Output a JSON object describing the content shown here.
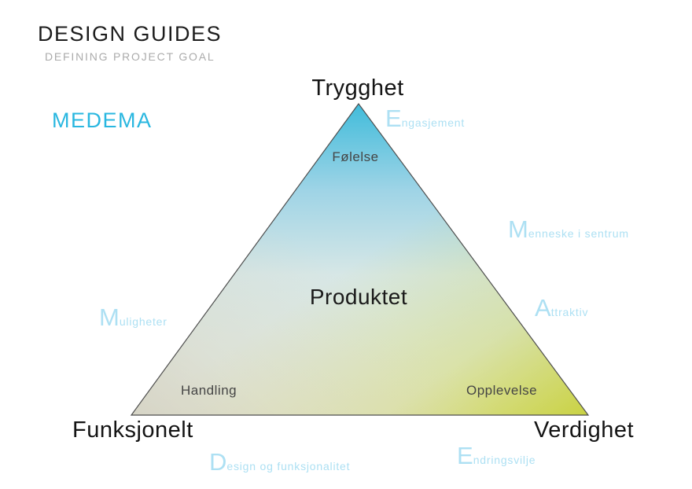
{
  "header": {
    "title": "DESIGN GUIDES",
    "subtitle": "DEFINING PROJECT GOAL"
  },
  "brand": {
    "name": "MEDEMA",
    "color": "#29b7e0"
  },
  "triangle": {
    "vertex_labels": {
      "top": "Trygghet",
      "bottom_left": "Funksjonelt",
      "bottom_right": "Verdighet"
    },
    "center_label": "Produktet",
    "inner_labels": {
      "top": "Følelse",
      "bottom_left": "Handling",
      "bottom_right": "Opplevelse"
    },
    "colors": {
      "top_cyan": "#41bcdb",
      "mid_blue": "#9fd4e6",
      "center_pale": "#d7e7e6",
      "bottom_cream": "#e9ecdd",
      "bottom_left_gray": "#d5d3c5",
      "bottom_right_yellow": "#c9d243",
      "outline": "#4d4d4d"
    }
  },
  "keywords": [
    {
      "initial": "E",
      "rest": "ngasjement"
    },
    {
      "initial": "M",
      "rest": "enneske i sentrum"
    },
    {
      "initial": "A",
      "rest": "ttraktiv"
    },
    {
      "initial": "M",
      "rest": "uligheter"
    },
    {
      "initial": "D",
      "rest": "esign og funksjonalitet"
    },
    {
      "initial": "E",
      "rest": "ndringsvilje"
    }
  ],
  "keyword_color": "#ade0f3"
}
